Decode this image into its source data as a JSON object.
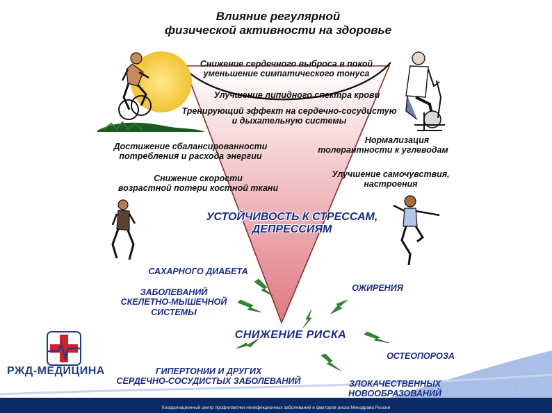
{
  "title": {
    "line1": "Влияние регулярной",
    "line2": "физической активности на здоровье"
  },
  "benefits": {
    "cardiac_1": "Снижение сердечного выброса в покой",
    "cardiac_2": "уменьшение симпатического тонуса",
    "lipid": "Улучшение липидного спектра крови",
    "training_1": "Тренирующий эффект на сердечно-сосудистую",
    "training_2": "и дыхательную системы",
    "balance_1": "Достижение сбалансированности",
    "balance_2": "потребления и расхода энергии",
    "carb_1": "Нормализация",
    "carb_2": "толерантности к углеводам",
    "bone_1": "Снижение скорости",
    "bone_2": "возрастной потери костной ткани",
    "mood_1": "Улучшение самочувствия,",
    "mood_2": "настроения"
  },
  "stress": {
    "line1": "УСТОЙЧИВОСТЬ К  СТРЕССАМ,",
    "line2": "ДЕПРЕССИЯМ"
  },
  "risk": {
    "label": "СНИЖЕНИЕ РИСКА",
    "diabetes": "САХАРНОГО ДИАБЕТА",
    "musculo_1": "ЗАБОЛЕВАНИЙ",
    "musculo_2": "СКЕЛЕТНО-МЫШЕЧНОЙ",
    "musculo_3": "СИСТЕМЫ",
    "obesity": "ОЖИРЕНИЯ",
    "osteo": "ОСТЕОПОРОЗА",
    "hyper_1": "ГИПЕРТОНИИ И ДРУГИХ",
    "hyper_2": "СЕРДЕЧНО-СОСУДИСТЫХ ЗАБОЛЕВАНИЙ",
    "cancer_1": "ЗЛОКАЧЕСТВЕННЫХ",
    "cancer_2": "НОВООБРАЗОВАНИЙ"
  },
  "brand": "РЖД-МЕДИЦИНА",
  "page_number": "17",
  "footer": "Координационный центр профилактики неинфекционных заболеваний и факторов риска Минздрава России",
  "colors": {
    "funnel_top": "#ffffff",
    "funnel_bottom": "#e07880",
    "bolt": "#2e8b2e",
    "brand_blue": "#1f3d8c",
    "brand_red": "#d32028",
    "footer_bar": "#0a2a63"
  }
}
